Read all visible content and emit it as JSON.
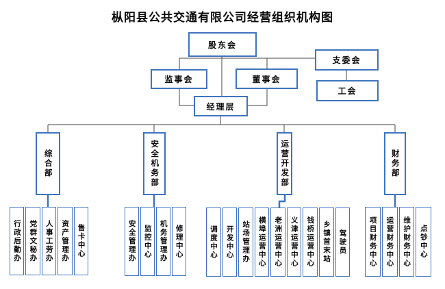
{
  "title": "枞阳县公共交通有限公司经营组织机构图",
  "colors": {
    "accent": "#3e74be",
    "line": "#454545",
    "text": "#0a0a0a",
    "bg": "#ffffff"
  },
  "top": {
    "shareholders": "股东会",
    "supervisors": "监事会",
    "directors": "董事会",
    "branch_committee": "支委会",
    "labor_union": "工会",
    "management": "经理层"
  },
  "departments": [
    {
      "name": "综合部",
      "children": [
        "行政后勤办",
        "党群文秘办",
        "人事工劳办",
        "资产管理办",
        "售卡中心"
      ]
    },
    {
      "name": "安全机务部",
      "children": [
        "安全管理办",
        "监控中心",
        "机务管理办",
        "修理中心"
      ]
    },
    {
      "name": "运营开发部",
      "children": [
        "调度中心",
        "开发中心",
        "站场管理办",
        "横埠运营中心",
        "老洲运营中心",
        "义津运营中心",
        "钱桥运营中心",
        "乡镇首末站",
        "驾驶员"
      ]
    },
    {
      "name": "财务部",
      "children": [
        "项目财务中心",
        "运营财务中心",
        "维护财务中心",
        "点钞中心"
      ]
    }
  ]
}
